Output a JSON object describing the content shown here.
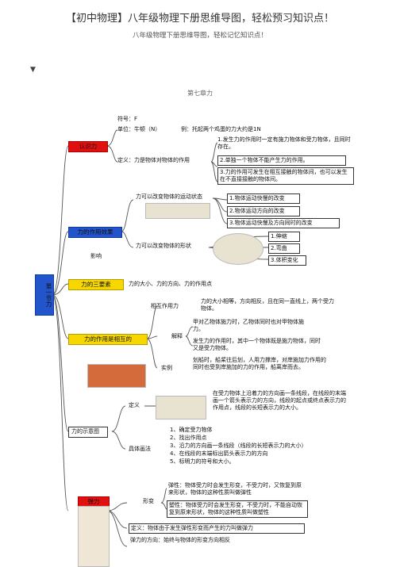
{
  "header": {
    "title": "【初中物理】八年级物理下册思维导图，轻松预习知识点！",
    "subtitle": "八年级物理下册思维导图，轻松记忆知识点！",
    "chapter": "第七章力",
    "toggle_icon": "triangle-down"
  },
  "root": "第一节力",
  "force": {
    "label": "认识力",
    "symbol": "符号：F",
    "unit": "单位：牛顿（N）",
    "example": "例：托起两个鸡蛋的力大约是1N",
    "definition": "定义：力是物体对物体的作用",
    "rules": [
      "1.发生力的作用时一定有施力物体和受力物体，且同时存在。",
      "2.单独一个物体不能产生力的作用。",
      "3.力的作用可发生在相互接触的物体间，也可以发生在不直接接触的物体间。"
    ]
  },
  "effects": {
    "label": "力的作用效果",
    "influence": "影响",
    "motion": "力可以改变物体的运动状态",
    "motion_items": [
      "1.物体运动快慢的改变",
      "2.物体运动方向的改变",
      "3.物体运动快慢及方向同时的改变"
    ],
    "shape": "力可以改变物体的形状",
    "shape_items": [
      "1.伸缩",
      "2.弯曲",
      "3.体积变化"
    ]
  },
  "elements": {
    "label": "力的三要素",
    "text": "力的大小、力的方向、力的作用点"
  },
  "mutual": {
    "label": "力的作用是相互的",
    "interaction": "相互作用力",
    "interaction_text": "力的大小相等，方向相反，且在同一直线上，两个受力物体。",
    "explain": "解释",
    "explain_1": "甲对乙物体施力时，乙物体同时也对甲物体施力。",
    "explain_2": "发生力的作用时，其中一个物体既是施力物体，同时又是受力物体。",
    "example": "实例",
    "example_text": "划船时，船桨往后划，人用力撑岸，对岸施加力作用的同时也受到岸施加的力的作用，船离岸而去。"
  },
  "diagram": {
    "label": "力的示意图",
    "definition": "定义",
    "definition_text": "在受力物体上沿着力的方向画一条线段，在线段的末端画一个箭头表示力的方向，线段的起点或终点表示力的作用点，线段的长短表示力的大小。",
    "method": "具体画法",
    "steps": [
      "1、确定受力物体",
      "2、找出作用点",
      "3、沿力的方向画一条线段（线段的长短表示力的大小）",
      "4、在线段的末端标出箭头表示力的方向",
      "5、标明力的符号和大小。"
    ]
  },
  "elastic": {
    "label": "弹力",
    "deform": "形变",
    "elasticity": "弹性：物体受力时会发生形变，不受力时，又恢复到原来形状，物体的这种性质叫做弹性",
    "plasticity": "塑性：物体受力时会发生形变，不受力时，不能自动恢复到原来形状，物体的这种性质叫做塑性",
    "definition": "定义：物体由于发生弹性形变而产生的力叫做弹力",
    "direction": "弹力的方向：始终与物体的形变方向相反"
  }
}
